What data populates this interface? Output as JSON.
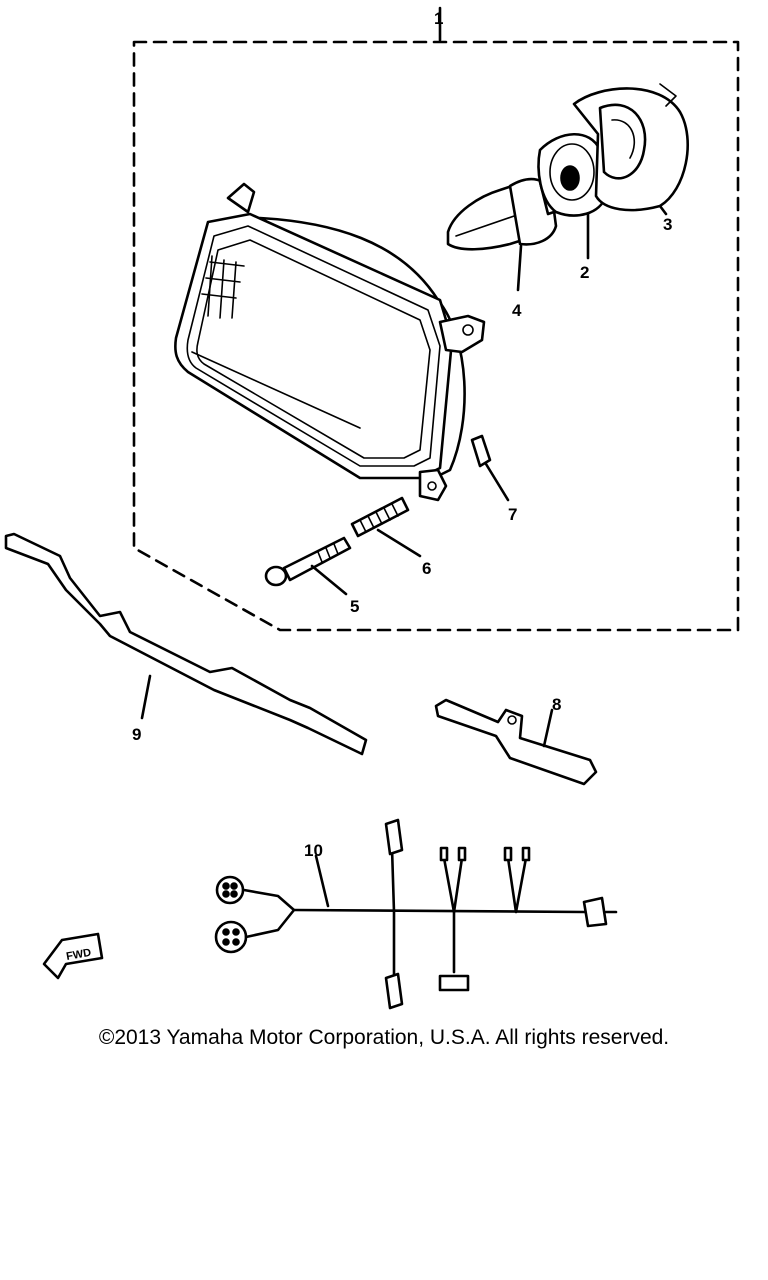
{
  "diagram": {
    "labels": {
      "p1": "1",
      "p2": "2",
      "p3": "3",
      "p4": "4",
      "p5": "5",
      "p6": "6",
      "p7": "7",
      "p8": "8",
      "p9": "9",
      "p10": "10"
    },
    "fwd_marker": "FWD"
  },
  "footer": {
    "copyright": "©2013 Yamaha Motor Corporation, U.S.A. All rights reserved."
  }
}
